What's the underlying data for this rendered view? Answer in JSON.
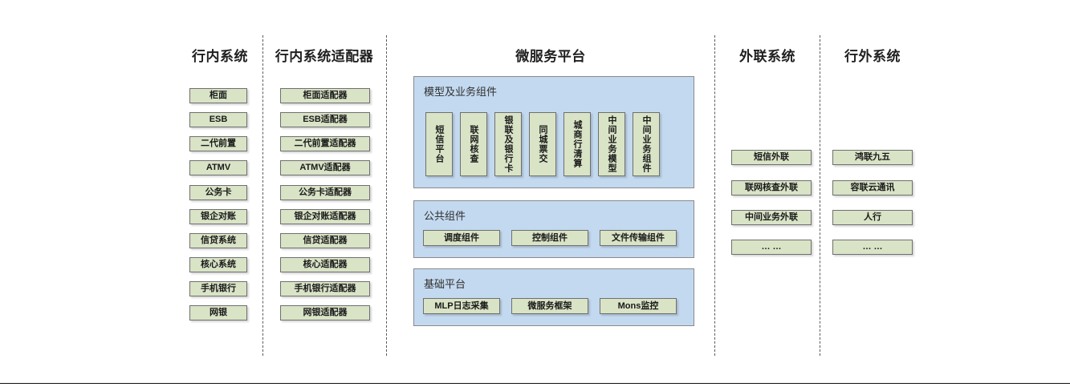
{
  "columns": [
    {
      "key": "inbank",
      "title": "行内系统"
    },
    {
      "key": "inbank_adapter",
      "title": "行内系统适配器"
    },
    {
      "key": "platform",
      "title": "微服务平台"
    },
    {
      "key": "outlink",
      "title": "外联系统"
    },
    {
      "key": "outbank",
      "title": "行外系统"
    }
  ],
  "inbank_systems": [
    "柜面",
    "ESB",
    "二代前置",
    "ATMV",
    "公务卡",
    "银企对账",
    "信贷系统",
    "核心系统",
    "手机银行",
    "网银"
  ],
  "inbank_adapters": [
    "柜面适配器",
    "ESB适配器",
    "二代前置适配器",
    "ATMV适配器",
    "公务卡适配器",
    "银企对账适配器",
    "信贷适配器",
    "核心适配器",
    "手机银行适配器",
    "网银适配器"
  ],
  "platform": {
    "sections": [
      {
        "title": "模型及业务组件",
        "orientation": "vertical",
        "items": [
          "短信平台",
          "联网核查",
          "银联及银行卡",
          "同城票交",
          "城商行清算",
          "中间业务模型",
          "中间业务组件"
        ]
      },
      {
        "title": "公共组件",
        "orientation": "horizontal",
        "items": [
          "调度组件",
          "控制组件",
          "文件传输组件"
        ]
      },
      {
        "title": "基础平台",
        "orientation": "horizontal",
        "items": [
          "MLP日志采集",
          "微服务框架",
          "Mons监控"
        ]
      }
    ]
  },
  "outlink_systems": [
    "短信外联",
    "联网核查外联",
    "中间业务外联",
    "… …"
  ],
  "outbank_systems": [
    "鸿联九五",
    "容联云通讯",
    "人行",
    "… …"
  ],
  "colors": {
    "node_fill": "#d9e3c6",
    "node_border": "#6f6f6f",
    "panel_fill": "#c3d9ef",
    "panel_border": "#8a8a8a",
    "divider": "#5a5a5a",
    "text": "#1a1a1a"
  }
}
